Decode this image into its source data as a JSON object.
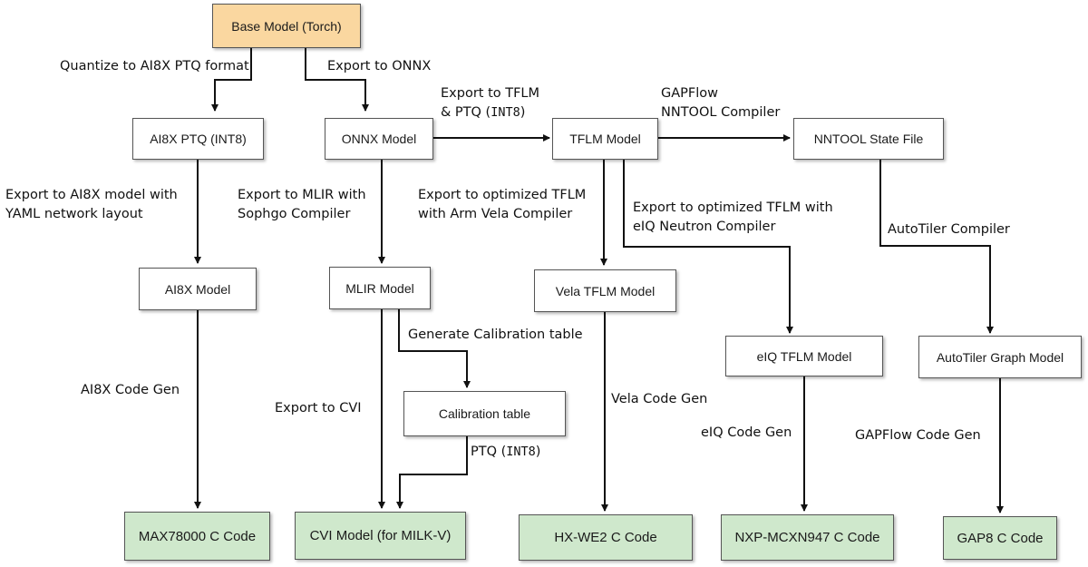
{
  "diagram": {
    "colors": {
      "source_fill": "#fad7a0",
      "output_fill": "#cfe8cc",
      "node_fill": "#ffffff",
      "border": "#555555",
      "edge": "#111111"
    },
    "nodes": {
      "base_model": "Base Model (Torch)",
      "ai8x_ptq": "AI8X PTQ (INT8)",
      "onnx_model": "ONNX Model",
      "tflm_model": "TFLM Model",
      "nntool_state": "NNTOOL State File",
      "ai8x_model": "AI8X Model",
      "mlir_model": "MLIR Model",
      "vela_tflm": "Vela TFLM Model",
      "eiq_tflm": "eIQ TFLM Model",
      "autotiler_graph": "AutoTiler Graph Model",
      "calibration_table": "Calibration table",
      "max78000": "MAX78000 C Code",
      "cvi_model": "CVI Model (for MILK-V)",
      "hx_we2": "HX-WE2 C Code",
      "nxp": "NXP-MCXN947 C Code",
      "gap8": "GAP8 C Code"
    },
    "edges": {
      "quantize_ai8x": "Quantize to AI8X PTQ format",
      "export_onnx": "Export to ONNX",
      "export_tflm_1": "Export to TFLM",
      "export_tflm_2a": "& PTQ (",
      "export_tflm_2b": "INT8",
      "export_tflm_2c": ")",
      "gapflow_1": "GAPFlow",
      "gapflow_2": "NNTOOL Compiler",
      "ai8x_model_1": "Export to AI8X model with",
      "ai8x_model_2": "YAML network layout",
      "mlir_1": "Export to MLIR with",
      "mlir_2": "Sophgo Compiler",
      "vela_1": "Export to optimized TFLM",
      "vela_2": "with Arm Vela Compiler",
      "neutron_1": "Export to optimized TFLM with",
      "neutron_2": "eIQ Neutron Compiler",
      "autotiler": "AutoTiler Compiler",
      "gen_calib": "Generate Calibration table",
      "ai8x_codegen": "AI8X Code Gen",
      "export_cvi": "Export to CVI",
      "ptq_a": "PTQ (",
      "ptq_b": "INT8",
      "ptq_c": ")",
      "vela_codegen": "Vela Code Gen",
      "eiq_codegen": "eIQ Code Gen",
      "gapflow_codegen": "GAPFlow Code Gen"
    }
  }
}
